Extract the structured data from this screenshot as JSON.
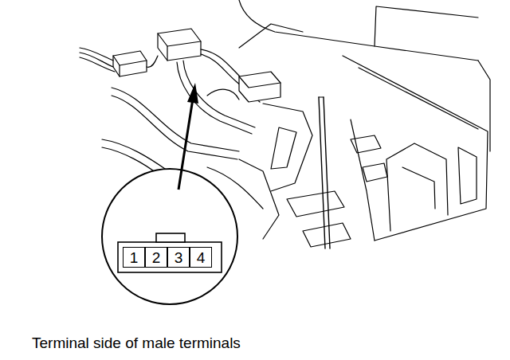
{
  "diagram": {
    "caption": "Terminal side of male terminals",
    "nodes": [
      {
        "text": [
          "1"
        ]
      },
      {
        "text": [
          "2"
        ]
      },
      {
        "text": [
          "3"
        ]
      },
      {
        "text": [
          "4"
        ]
      }
    ]
  }
}
